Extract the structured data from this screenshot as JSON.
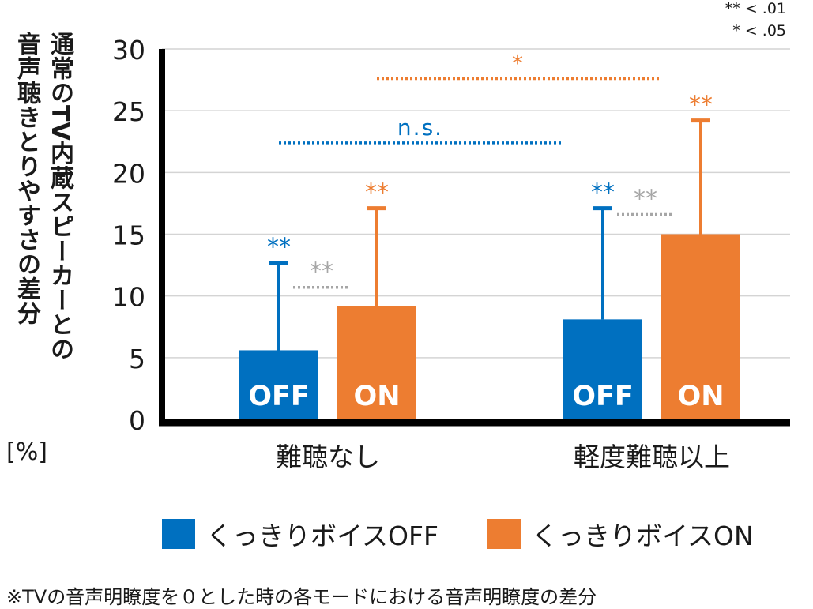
{
  "chart_data": {
    "type": "bar",
    "title": "",
    "ylabel_line1": "通常のTV内蔵スピーカーとの",
    "ylabel_line2": "音声聴きとりやすさの差分",
    "yunit": "[%]",
    "ylim": [
      0,
      30
    ],
    "yticks": [
      0,
      5,
      10,
      15,
      20,
      25,
      30
    ],
    "grid": true,
    "categories": [
      "難聴なし",
      "軽度難聴以上"
    ],
    "series": [
      {
        "name": "くっきりボイスOFF",
        "bar_label": "OFF",
        "color": "#0070c0",
        "values": [
          5.6,
          8.1
        ],
        "error_upper": [
          12.7,
          17.1
        ]
      },
      {
        "name": "くっきりボイスON",
        "bar_label": "ON",
        "color": "#ed7d31",
        "values": [
          9.2,
          15.0
        ],
        "error_upper": [
          17.1,
          24.2
        ]
      }
    ],
    "bar_marks": [
      {
        "cat": 0,
        "series": 0,
        "text": "**",
        "color": "#0070c0"
      },
      {
        "cat": 0,
        "series": 1,
        "text": "**",
        "color": "#ed7d31"
      },
      {
        "cat": 1,
        "series": 0,
        "text": "**",
        "color": "#0070c0"
      },
      {
        "cat": 1,
        "series": 1,
        "text": "**",
        "color": "#ed7d31"
      }
    ],
    "within_marks": [
      {
        "cat": 0,
        "text": "**",
        "color": "#a6a6a6",
        "y": 10.7
      },
      {
        "cat": 1,
        "text": "**",
        "color": "#a6a6a6",
        "y": 16.6
      }
    ],
    "between_marks": [
      {
        "series": 0,
        "text": "n.s.",
        "color": "#0070c0",
        "y": 22.4
      },
      {
        "series": 1,
        "text": "*",
        "color": "#ed7d31",
        "y": 27.6
      }
    ],
    "legend_position": "bottom"
  },
  "sig_note": {
    "line1": "** < .01",
    "line2": "* < .05"
  },
  "footnote": "※TVの音声明瞭度を０とした時の各モードにおける音声明瞭度の差分"
}
